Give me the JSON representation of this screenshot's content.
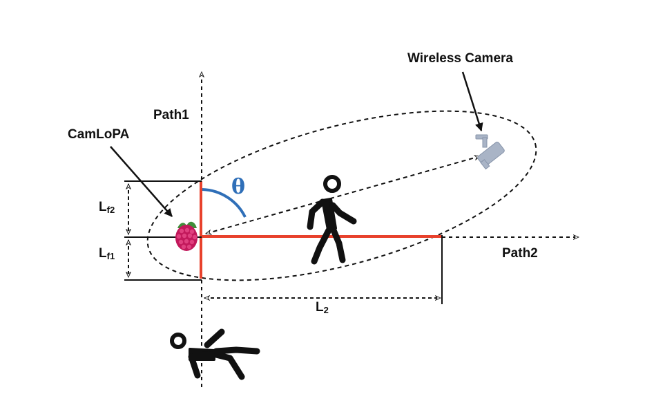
{
  "labels": {
    "wireless_camera": "Wireless Camera",
    "camlopa": "CamLoPA",
    "path1": "Path1",
    "path2": "Path2",
    "theta": "θ",
    "lf2_main": "L",
    "lf2_sub": "f2",
    "lf1_main": "L",
    "lf1_sub": "f1",
    "l2_main": "L",
    "l2_sub": "2"
  },
  "colors": {
    "red_path": "#e8412c",
    "theta_arc": "#2f6fb8",
    "camera": "#a9b4c6",
    "raspberry": "#c2185b",
    "leaf": "#3f8e3a",
    "stroke": "#111111"
  },
  "icons": {
    "camera": "wireless-camera-icon",
    "raspberry": "raspberry-pi-icon",
    "walker": "walking-person-icon",
    "fallen": "fallen-person-icon"
  }
}
